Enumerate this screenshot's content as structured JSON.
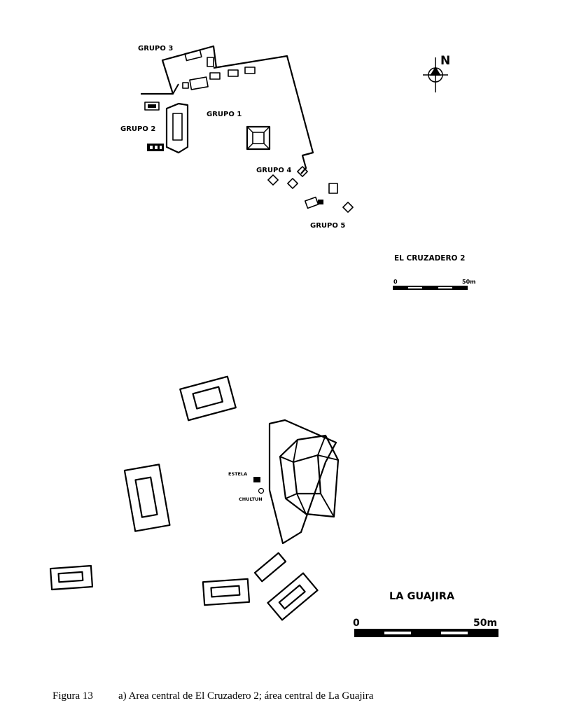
{
  "map_a": {
    "north_label": "N",
    "groups": [
      "GRUPO 3",
      "GRUPO 1",
      "GRUPO 2",
      "GRUPO 4",
      "GRUPO 5"
    ],
    "site_name": "EL CRUZADERO 2",
    "scale_start": "0",
    "scale_end": "50m"
  },
  "map_b": {
    "site_name": "LA GUAJIRA",
    "estela_label": "ESTELA",
    "chultun_label": "CHULTUN",
    "scale_start": "0",
    "scale_end": "50m"
  },
  "caption": {
    "figure_number": "Figura 13",
    "text": "a) Area central de El Cruzadero 2; área central de La Guajira"
  }
}
